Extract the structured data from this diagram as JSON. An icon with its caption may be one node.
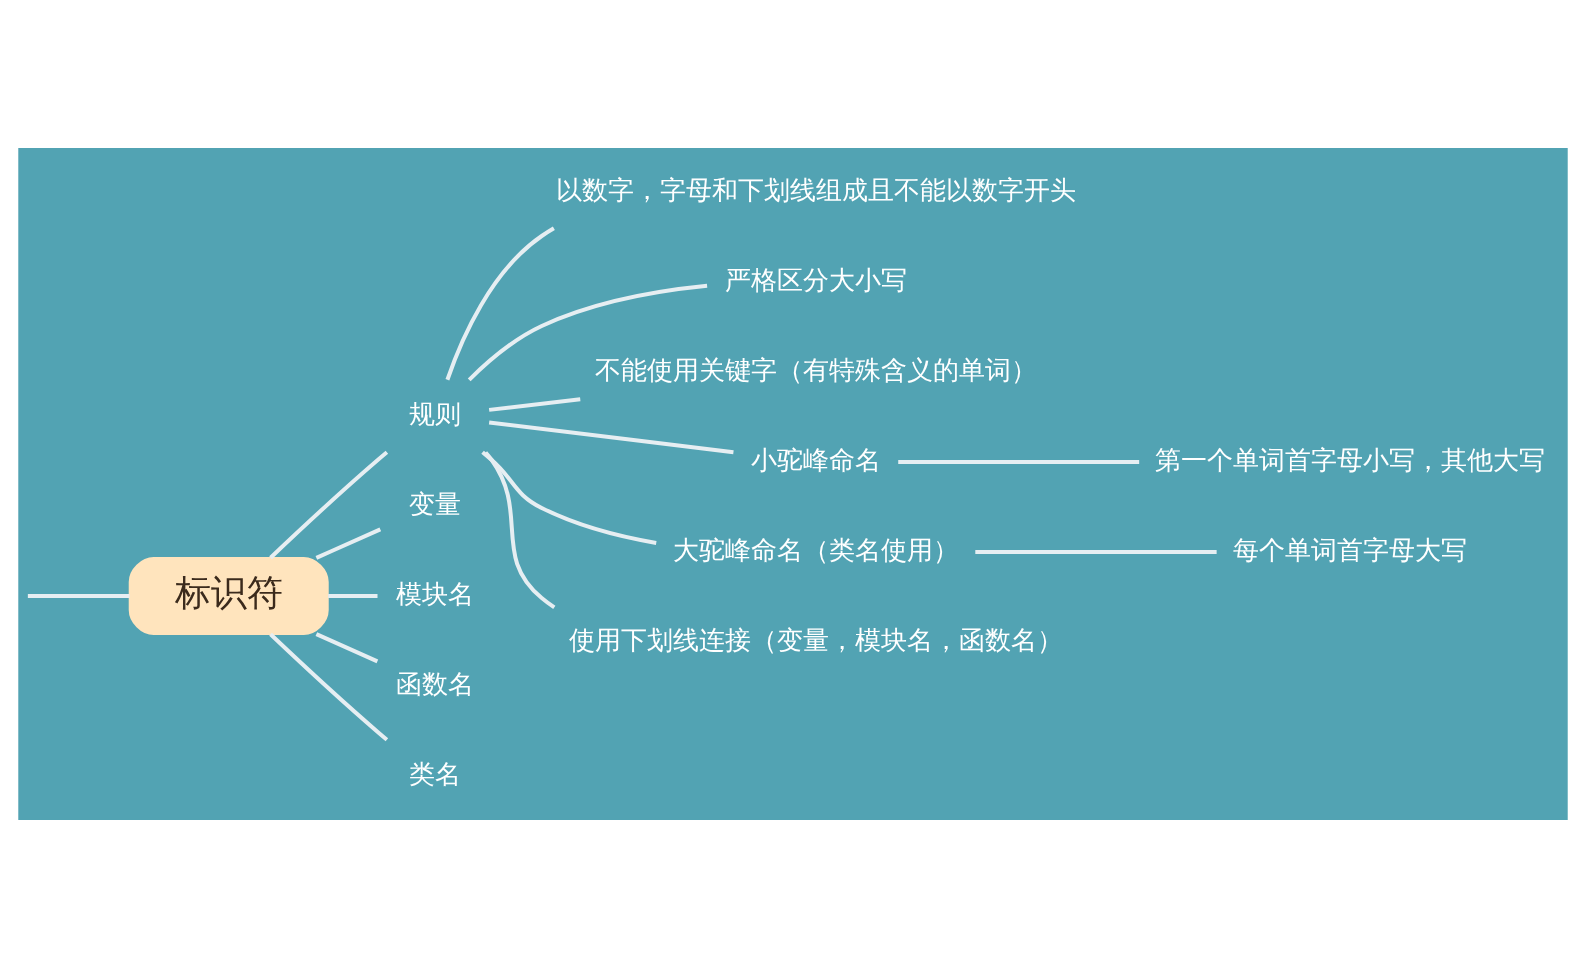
{
  "diagram": {
    "nodes": [
      {
        "text": [
          "标识符"
        ]
      },
      {
        "text": [
          "规则"
        ]
      },
      {
        "text": [
          "以数字，字母和下划线组成且不能以数字开头"
        ]
      },
      {
        "text": [
          "严格区分大小写"
        ]
      },
      {
        "text": [
          "不能使用关键字（有特殊含义的单词）"
        ]
      },
      {
        "text": [
          "小驼峰命名"
        ]
      },
      {
        "text": [
          "第一个单词首字母小写，其他大写"
        ]
      },
      {
        "text": [
          "大驼峰命名（类名使用）"
        ]
      },
      {
        "text": [
          "每个单词首字母大写"
        ]
      },
      {
        "text": [
          "使用下划线连接（变量，模块名，函数名）"
        ]
      },
      {
        "text": [
          "变量"
        ]
      },
      {
        "text": [
          "模块名"
        ]
      },
      {
        "text": [
          "函数名"
        ]
      },
      {
        "text": [
          "类名"
        ]
      }
    ],
    "edges": [
      {
        "from": null,
        "to": 0,
        "arrow": "none"
      },
      {
        "from": 0,
        "to": 1,
        "arrow": "none"
      },
      {
        "from": 1,
        "to": 2,
        "arrow": "none"
      },
      {
        "from": 1,
        "to": 3,
        "arrow": "none"
      },
      {
        "from": 1,
        "to": 4,
        "arrow": "none"
      },
      {
        "from": 1,
        "to": 5,
        "arrow": "none"
      },
      {
        "from": 5,
        "to": 6,
        "arrow": "none"
      },
      {
        "from": 1,
        "to": 7,
        "arrow": "none"
      },
      {
        "from": 7,
        "to": 8,
        "arrow": "none"
      },
      {
        "from": 1,
        "to": 9,
        "arrow": "none"
      },
      {
        "from": 0,
        "to": 10,
        "arrow": "none"
      },
      {
        "from": 0,
        "to": 11,
        "arrow": "none"
      },
      {
        "from": 0,
        "to": 12,
        "arrow": "none"
      },
      {
        "from": 0,
        "to": 13,
        "arrow": "none"
      }
    ]
  }
}
